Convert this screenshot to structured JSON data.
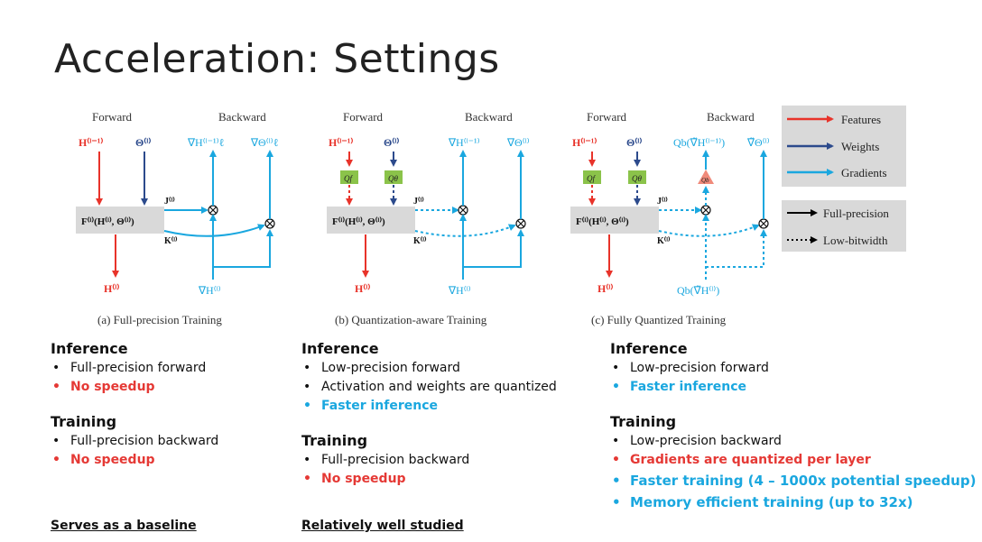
{
  "title": "Acceleration: Settings",
  "diagram": {
    "forward": "Forward",
    "backward": "Backward",
    "panels": [
      {
        "caption": "(a) Full-precision Training",
        "h_in": "H⁽ˡ⁻¹⁾",
        "theta": "Θ⁽ˡ⁾",
        "grad_h_top": "∇H⁽ˡ⁻¹⁾ℓ",
        "grad_theta": "∇Θ⁽ˡ⁾ℓ",
        "box": "F⁽ˡ⁾(H⁽ˡ⁾, Θ⁽ˡ⁾)",
        "j": "J⁽ˡ⁾",
        "k": "K⁽ˡ⁾",
        "h_out": "H⁽ˡ⁾",
        "grad_h_bottom": "∇H⁽ˡ⁾"
      },
      {
        "caption": "(b) Quantization-aware Training",
        "h_in": "H⁽ˡ⁻¹⁾",
        "theta": "Θ⁽ˡ⁾",
        "grad_h_top": "∇H⁽ˡ⁻¹⁾",
        "grad_theta": "∇Θ⁽ˡ⁾",
        "qf": "Qf",
        "qth": "Qθ",
        "box": "F⁽ˡ⁾(H⁽ˡ⁾, Θ⁽ˡ⁾)",
        "j": "J⁽ˡ⁾",
        "k": "K⁽ˡ⁾",
        "h_out": "H⁽ˡ⁾",
        "grad_h_bottom": "∇H⁽ˡ⁾"
      },
      {
        "caption": "(c) Fully Quantized Training",
        "h_in": "H⁽ˡ⁻¹⁾",
        "theta": "Θ⁽ˡ⁾",
        "grad_h_top": "Qb(∇̃H⁽ˡ⁻¹⁾)",
        "grad_theta": "∇̃Θ⁽ˡ⁾",
        "qf": "Qf",
        "qth": "Qθ",
        "qb": "Qb",
        "box": "F⁽ˡ⁾(H⁽ˡ⁾, Θ⁽ˡ⁾)",
        "j": "J⁽ˡ⁾",
        "k": "K⁽ˡ⁾",
        "h_out": "H⁽ˡ⁾",
        "grad_h_bottom": "Qb(∇̃H⁽ˡ⁾)"
      }
    ],
    "legend": {
      "features": "Features",
      "weights": "Weights",
      "gradients": "Gradients",
      "full_precision": "Full-precision",
      "low_bitwidth": "Low-bitwidth"
    },
    "colors": {
      "features": "#e8332a",
      "weights": "#2c4a8c",
      "gradients": "#1aa7df",
      "box": "#d9d9d9",
      "q": "#8bc34a",
      "qb": "#f08a7a"
    }
  },
  "columns": [
    {
      "inference_heading": "Inference",
      "inference": [
        {
          "text": "Full-precision forward",
          "style": "plain"
        },
        {
          "text": "No speedup",
          "style": "red"
        }
      ],
      "training_heading": "Training",
      "training": [
        {
          "text": "Full-precision backward",
          "style": "plain"
        },
        {
          "text": "No speedup",
          "style": "red"
        }
      ],
      "footer": "Serves as a baseline"
    },
    {
      "inference_heading": "Inference",
      "inference": [
        {
          "text": "Low-precision forward",
          "style": "plain"
        },
        {
          "text": "Activation and weights are quantized",
          "style": "plain"
        },
        {
          "text": "Faster inference",
          "style": "blue"
        }
      ],
      "training_heading": "Training",
      "training": [
        {
          "text": "Full-precision backward",
          "style": "plain"
        },
        {
          "text": "No speedup",
          "style": "red"
        }
      ],
      "footer": "Relatively well studied"
    },
    {
      "inference_heading": "Inference",
      "inference": [
        {
          "text": "Low-precision forward",
          "style": "plain"
        },
        {
          "text": "Faster inference",
          "style": "blue"
        }
      ],
      "training_heading": "Training",
      "training": [
        {
          "text": "Low-precision backward",
          "style": "plain"
        },
        {
          "text": "Gradients are quantized per layer",
          "style": "red"
        },
        {
          "text": "Faster training (4 – 1000x potential speedup)",
          "style": "blue-big"
        },
        {
          "text": "Memory efficient training (up to 32x)",
          "style": "blue-big"
        }
      ]
    }
  ]
}
